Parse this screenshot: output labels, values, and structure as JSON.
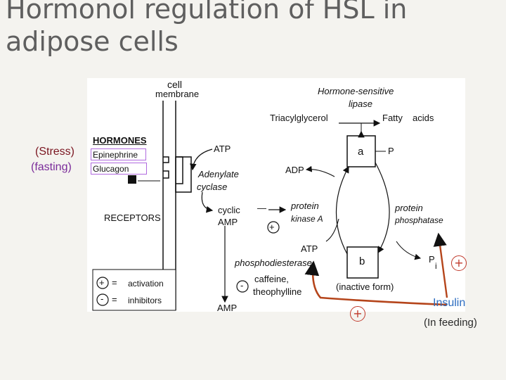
{
  "slide": {
    "title_line1": "Hormonol regulation of HSL in",
    "title_line2": "adipose cells"
  },
  "figure": {
    "cell": "cell",
    "membrane": "membrane",
    "hormone_sensitive": "Hormone-sensitive",
    "lipase": "lipase",
    "triacylglycerol": "Triacylglycerol",
    "fatty": "Fatty",
    "acids": "acids",
    "hormones": "HORMONES",
    "epinephrine": "Epinephrine",
    "glucagon": "Glucagon",
    "atp_top": "ATP",
    "adp": "ADP",
    "box_a": "a",
    "p": "P",
    "adenylate": "Adenylate",
    "cyclase": "cyclase",
    "cyclic": "cyclic",
    "amp_cyclic": "AMP",
    "dash": "—",
    "protein_kinase_1": "protein",
    "protein_kinase_2": "kinase  A",
    "protein_phos_1": "protein",
    "protein_phos_2": "phosphatase",
    "receptors": "RECEPTORS",
    "atp_mid": "ATP",
    "phosphodiesterase": "phosphodiesterase",
    "box_b": "b",
    "pi_p": "P",
    "pi_i": "i",
    "caffeine": "caffeine,",
    "theophylline": "theophylline",
    "inactive_form": "(inactive  form)",
    "amp_bottom": "AMP",
    "legend_activation_sign": "+",
    "legend_activation_eq": "=",
    "legend_activation": "activation",
    "legend_inhibitors_sign": "-",
    "legend_inhibitors_eq": "=",
    "legend_inhibitors": "inhibitors",
    "plus_kinase": "+",
    "minus_caffeine": "-"
  },
  "overlay": {
    "stress": "(Stress)",
    "fasting": "(fasting)",
    "plus_phosphatase": "+",
    "plus_bottom": "+",
    "insulin": "Insulin",
    "in_feeding": "(In feeding)"
  },
  "colors": {
    "background": "#f4f3ef",
    "title": "#5f5f5f",
    "stress": "#7a1520",
    "fasting": "#7a2b9a",
    "insulin": "#2a6bbf",
    "annotation_arrow": "#b5451b",
    "plus_circle": "#c0392b",
    "hormone_box": "#b06adf"
  }
}
